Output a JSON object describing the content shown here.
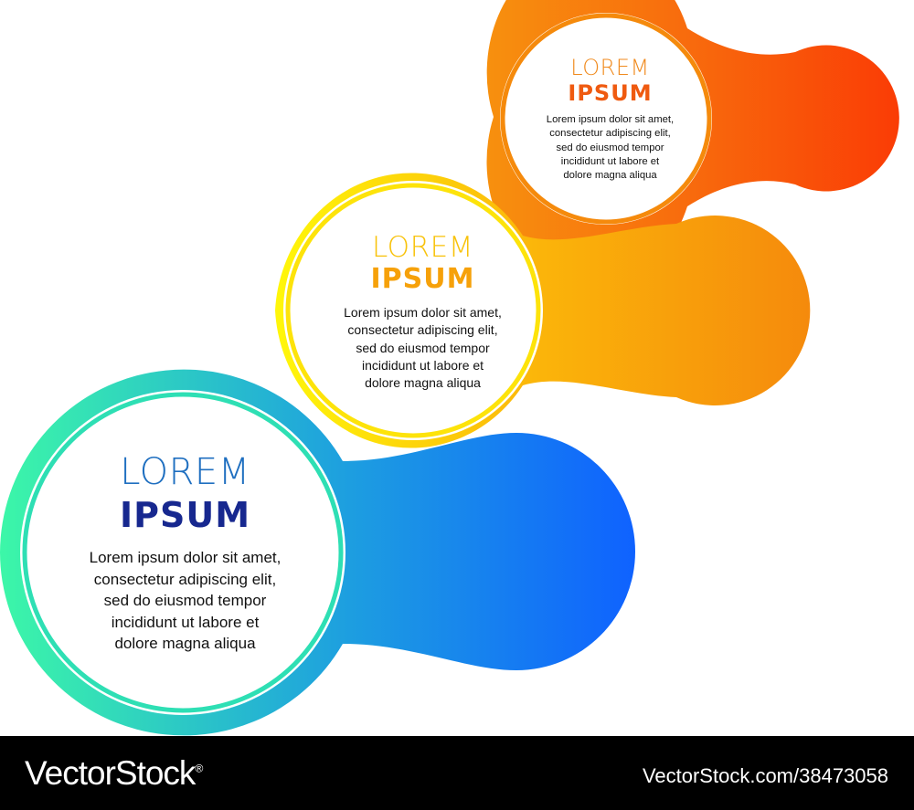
{
  "steps": [
    {
      "title_light": "LOREM",
      "title_bold": "IPSUM",
      "body": [
        "Lorem ipsum dolor sit amet,",
        "consectetur adipiscing elit,",
        "sed do eiusmod tempor",
        "incididunt ut labore et",
        "dolore magna aliqua"
      ],
      "title_light_color": "#1f6fc0",
      "title_bold_color": "#17288f",
      "gradient": [
        "#3cf7a8",
        "#1d9ee0",
        "#0f62ff"
      ]
    },
    {
      "title_light": "LOREM",
      "title_bold": "IPSUM",
      "body": [
        "Lorem ipsum dolor sit amet,",
        "consectetur adipiscing elit,",
        "sed do eiusmod tempor",
        "incididunt ut labore et",
        "dolore magna aliqua"
      ],
      "title_light_color": "#f8c20a",
      "title_bold_color": "#f6a10a",
      "gradient": [
        "#fff70a",
        "#fbb40a",
        "#f58a0c"
      ]
    },
    {
      "title_light": "LOREM",
      "title_bold": "IPSUM",
      "body": [
        "Lorem ipsum dolor sit amet,",
        "consectetur adipiscing elit,",
        "sed do eiusmod tempor",
        "incididunt ut labore et",
        "dolore magna aliqua"
      ],
      "title_light_color": "#f08a1d",
      "title_bold_color": "#ef5a10",
      "gradient": [
        "#f7900e",
        "#f86a0d",
        "#fa3c05"
      ]
    }
  ],
  "footer": {
    "logo": "VectorStock",
    "logo_mark": "®",
    "ref": "VectorStock.com/38473058"
  }
}
